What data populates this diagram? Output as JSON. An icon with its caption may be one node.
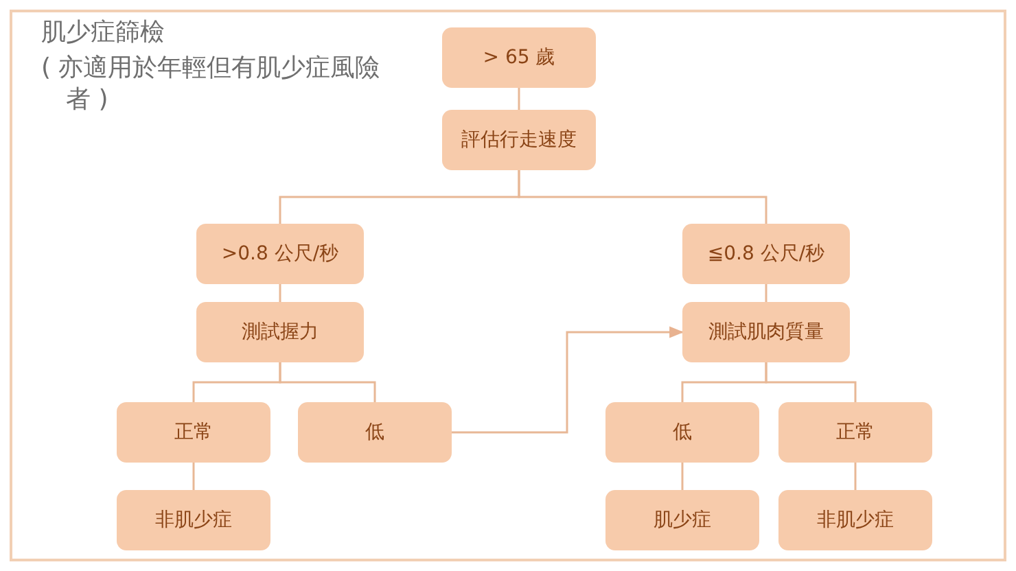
{
  "diagram": {
    "title": "肌少症篩檢",
    "nodes": [
      {
        "text": [
          "> 65 歲"
        ]
      },
      {
        "text": [
          "評估行走速度"
        ]
      },
      {
        "text": [
          ">0.8 公尺/秒"
        ]
      },
      {
        "text": [
          "≦0.8 公尺/秒"
        ]
      },
      {
        "text": [
          "測試握力"
        ]
      },
      {
        "text": [
          "測試肌肉質量"
        ]
      },
      {
        "text": [
          "正常"
        ]
      },
      {
        "text": [
          "低"
        ]
      },
      {
        "text": [
          "低"
        ]
      },
      {
        "text": [
          "正常"
        ]
      },
      {
        "text": [
          "非肌少症"
        ]
      },
      {
        "text": [
          "肌少症"
        ]
      },
      {
        "text": [
          "非肌少症"
        ]
      }
    ],
    "edges": [
      {
        "from": 0,
        "to": 1,
        "arrow": "none"
      },
      {
        "from": 1,
        "to": 2,
        "arrow": "none"
      },
      {
        "from": 1,
        "to": 3,
        "arrow": "none"
      },
      {
        "from": 2,
        "to": 4,
        "arrow": "none"
      },
      {
        "from": 3,
        "to": 5,
        "arrow": "none"
      },
      {
        "from": 4,
        "to": 6,
        "arrow": "none"
      },
      {
        "from": 4,
        "to": 7,
        "arrow": "none"
      },
      {
        "from": 7,
        "to": 5,
        "arrow": "to"
      },
      {
        "from": 5,
        "to": 8,
        "arrow": "none"
      },
      {
        "from": 5,
        "to": 9,
        "arrow": "none"
      },
      {
        "from": 6,
        "to": 10,
        "arrow": "none"
      },
      {
        "from": 8,
        "to": 11,
        "arrow": "none"
      },
      {
        "from": 9,
        "to": 12,
        "arrow": "none"
      }
    ],
    "labels": [
      "( 亦適用於年輕但有肌少症風險者 )"
    ]
  }
}
